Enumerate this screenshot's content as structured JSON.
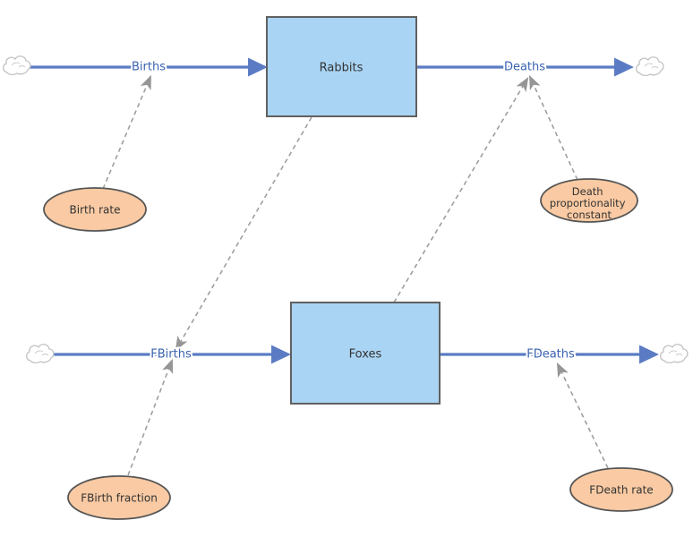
{
  "colors": {
    "stock_fill": "#a9d4f4",
    "stock_border": "#606060",
    "converter_fill": "#f9caa3",
    "converter_border": "#565656",
    "flow_color": "#5b7cc4",
    "flow_label_color": "#3a63b0",
    "connector_color": "#9e9e9e",
    "cloud_stroke": "#c2c2c2",
    "text_color": "#333333"
  },
  "stocks": [
    {
      "id": "rabbits",
      "label": "Rabbits"
    },
    {
      "id": "foxes",
      "label": "Foxes"
    }
  ],
  "flows": [
    {
      "id": "births",
      "label": "Births"
    },
    {
      "id": "deaths",
      "label": "Deaths"
    },
    {
      "id": "fbirths",
      "label": "FBirths"
    },
    {
      "id": "fdeaths",
      "label": "FDeaths"
    }
  ],
  "converters": [
    {
      "id": "birth-rate",
      "label": "Birth rate"
    },
    {
      "id": "death-proportionality-constant",
      "label": "Death proportionality constant",
      "lines": [
        "Death",
        "proportionality",
        "constant"
      ]
    },
    {
      "id": "fbirth-fraction",
      "label": "FBirth fraction"
    },
    {
      "id": "fdeath-rate",
      "label": "FDeath rate"
    }
  ],
  "connectors": [
    {
      "from": "Birth rate",
      "to": "Births"
    },
    {
      "from": "Death proportionality constant",
      "to": "Deaths"
    },
    {
      "from": "FBirth fraction",
      "to": "FBirths"
    },
    {
      "from": "FDeath rate",
      "to": "FDeaths"
    },
    {
      "from": "Rabbits",
      "to": "FBirths"
    },
    {
      "from": "Foxes",
      "to": "Deaths"
    }
  ]
}
